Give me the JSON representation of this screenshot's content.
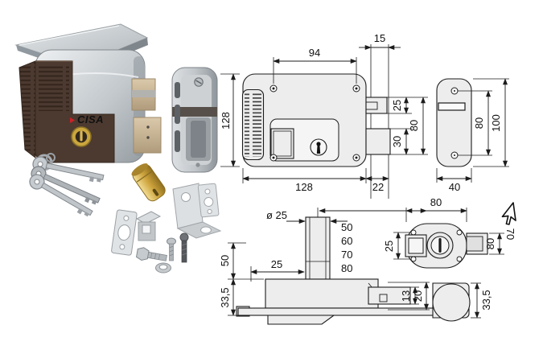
{
  "photo": {
    "logo_text": "CISA"
  },
  "front_view": {
    "hole_spacing": "94",
    "jamb_offset": "15",
    "body_height": "128",
    "latch_height": "25",
    "latch_span": "80",
    "deadbolt_height": "30",
    "body_width": "128",
    "gap": "22"
  },
  "strike_plate": {
    "hole_spacing": "80",
    "height": "100",
    "width": "40"
  },
  "cross_section": {
    "cylinder_diameter": "ø 25",
    "cylinder_lengths": [
      "50",
      "60",
      "70",
      "80"
    ],
    "cylinder_backset": "25",
    "upper_depth": "50",
    "lower_depth": "33,5",
    "bolt_thickness": "13",
    "bolt_height": "20"
  },
  "outside_plate": {
    "width": "80",
    "hole_spacing": "25",
    "bolt_height": "80",
    "depth": "70",
    "cam_height": "33,5"
  }
}
